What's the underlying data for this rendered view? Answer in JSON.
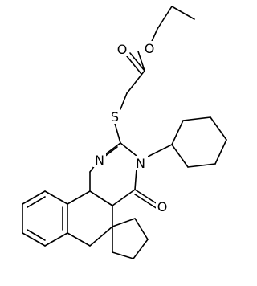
{
  "molecule": {
    "atoms": {
      "S": "S",
      "N1": "N",
      "N3": "N",
      "O_carbonyl": "O",
      "O_ester": "O",
      "O_ester_alkoxy": "O"
    }
  },
  "colors": {
    "bond": "#000000",
    "background": "#ffffff"
  }
}
